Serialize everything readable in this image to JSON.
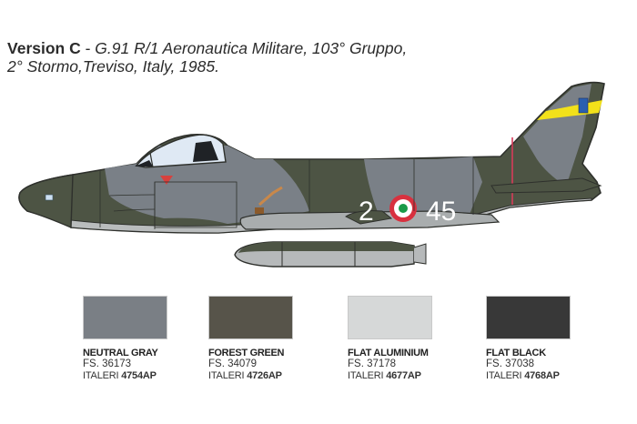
{
  "caption": {
    "version": "Version C",
    "separator": " - ",
    "line1": "G.91 R/1 Aeronautica Militare, 103° Gruppo,",
    "line2": "2° Stormo,Treviso, Italy, 1985."
  },
  "aircraft": {
    "code_left": "2",
    "code_right": "45",
    "camo_colors": {
      "green": "#4d5444",
      "gray": "#7a8087",
      "belly": "#b9bcbd",
      "outline": "#2e302c",
      "tail_band": "#f2e11a",
      "stripe_red": "#d63b5a"
    }
  },
  "swatches": [
    {
      "name": "NEUTRAL GRAY",
      "fs": "FS. 36173",
      "italeri_prefix": "ITALERI ",
      "italeri_code": "4754AP",
      "color": "#7a7f85"
    },
    {
      "name": "FOREST GREEN",
      "fs": "FS. 34079",
      "italeri_prefix": "ITALERI ",
      "italeri_code": "4726AP",
      "color": "#57544a"
    },
    {
      "name": "FLAT ALUMINIUM",
      "fs": "FS. 37178",
      "italeri_prefix": "ITALERI ",
      "italeri_code": "4677AP",
      "color": "#d6d8d8"
    },
    {
      "name": "FLAT BLACK",
      "fs": "FS. 37038",
      "italeri_prefix": "ITALERI ",
      "italeri_code": "4768AP",
      "color": "#383838"
    }
  ]
}
